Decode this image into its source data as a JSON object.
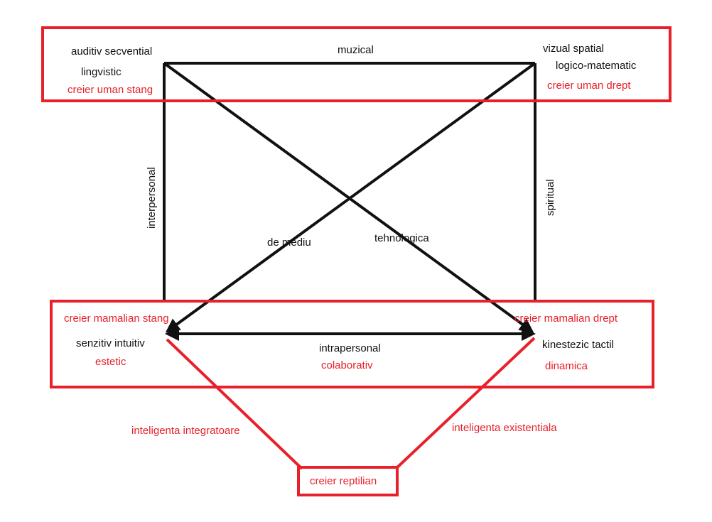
{
  "colors": {
    "frame_red": "#e8202a",
    "line_black": "#111111",
    "text_black": "#111111",
    "text_red": "#e8202a",
    "background": "#ffffff"
  },
  "top_box": {
    "auditiv": "auditiv secvential",
    "lingvistic": "lingvistic",
    "creier_stang": "creier uman stang",
    "muzical": "muzical",
    "vizual": "vizual spatial",
    "logico": "logico-matematic",
    "creier_drept": "creier uman drept"
  },
  "sides": {
    "interpersonal": "interpersonal",
    "spiritual": "spiritual",
    "de_mediu": "de mediu",
    "tehnologica": "tehnologica"
  },
  "bottom_box": {
    "mamalian_stang": "creier mamalian stang",
    "senzitiv": "senzitiv intuitiv",
    "estetic": "estetic",
    "intrapersonal": "intrapersonal",
    "colaborativ": "colaborativ",
    "mamalian_drept": "creier mamalian drept",
    "kinestezic": "kinestezic tactil",
    "dinamica": "dinamica"
  },
  "lower": {
    "integratoare": "inteligenta integratoare",
    "existentiala": "inteligenta existentiala",
    "reptilian": "creier reptilian"
  }
}
